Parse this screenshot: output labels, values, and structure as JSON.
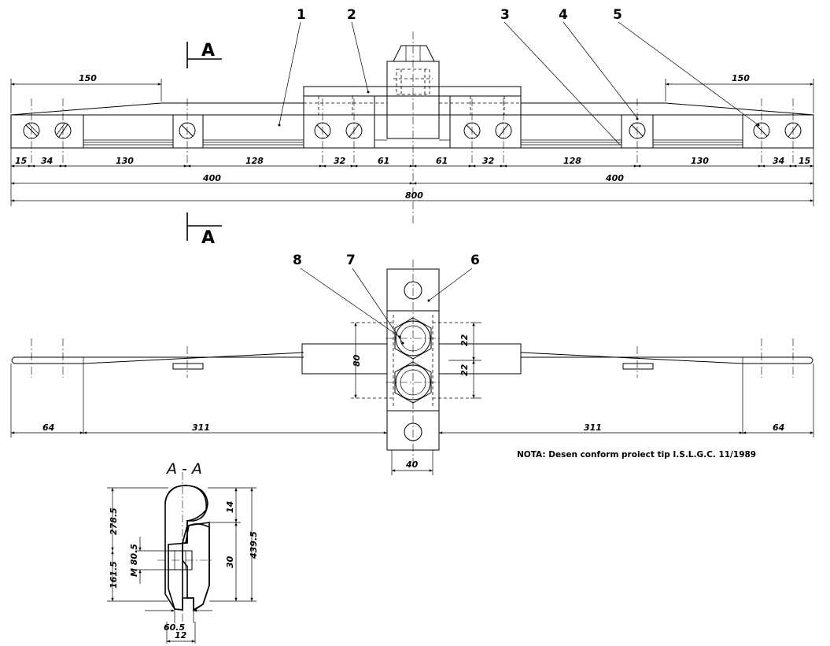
{
  "section_markers": {
    "top": "A",
    "bottom": "A"
  },
  "parts": [
    "1",
    "2",
    "3",
    "4",
    "5",
    "6",
    "7",
    "8"
  ],
  "top_dims": {
    "left_taper": "150",
    "right_taper": "150",
    "row1": [
      "15",
      "34",
      "130",
      "128",
      "32",
      "61",
      "61",
      "32",
      "128",
      "130",
      "34",
      "15"
    ],
    "half_left": "400",
    "half_right": "400",
    "overall": "800"
  },
  "plan_dims": {
    "left_end": "64",
    "left_span": "311",
    "right_span": "311",
    "right_end": "64",
    "clamp_width": "40",
    "bolt_pitch_a": "22",
    "bolt_pitch_b": "22",
    "clamp_height": "80"
  },
  "note": "NOTA: Desen conform proiect tip I.S.L.G.C.  11/1989",
  "section": {
    "title": "A - A",
    "upper": "278.5",
    "lower": "161.5",
    "bolt": "M 80.5",
    "top_gap": "14",
    "height": "439.5",
    "groove": "30",
    "base": "60.5",
    "web": "12"
  }
}
